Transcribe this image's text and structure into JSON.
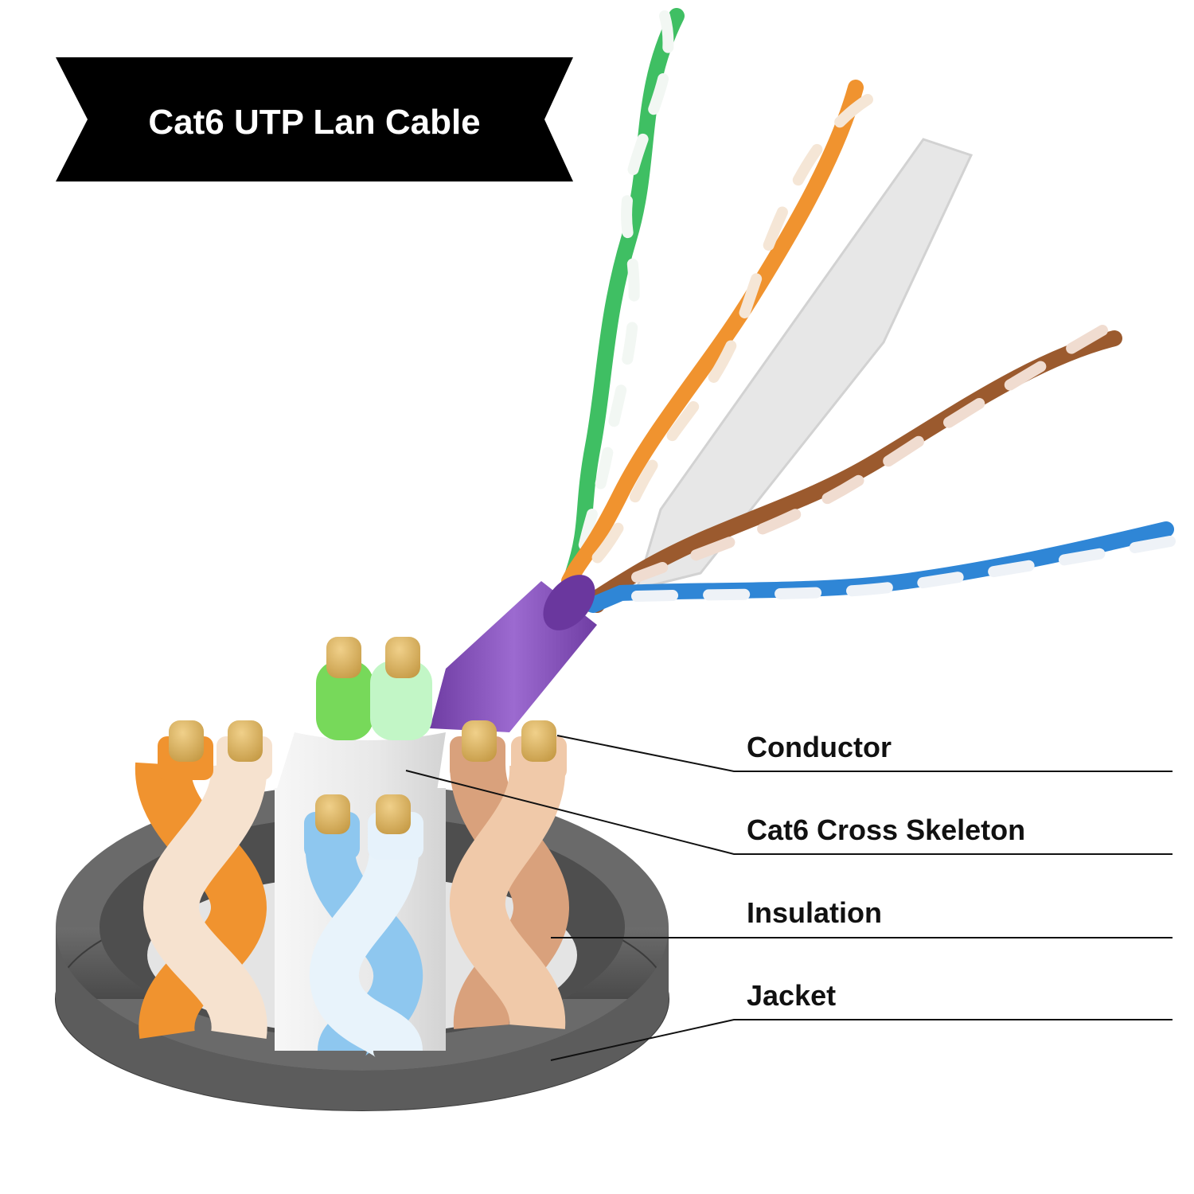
{
  "title": "Cat6 UTP Lan Cable",
  "callouts": {
    "conductor": "Conductor",
    "skeleton": "Cat6 Cross Skeleton",
    "insulation": "Insulation",
    "jacket": "Jacket"
  },
  "colors": {
    "banner": "#000000",
    "jacket_gray": "#5f5f5f",
    "outer_jacket": "#8c5fbd",
    "copper": "#d6b15e",
    "orange": "#f0932f",
    "green": "#3fbf63",
    "blue": "#2f86d6",
    "brown": "#9b5a2e",
    "pale_green": "#b9f2c1",
    "pale_blue": "#8ec7ef",
    "pale_brown": "#e8c1a3",
    "skeleton_white": "#eeeeee"
  }
}
